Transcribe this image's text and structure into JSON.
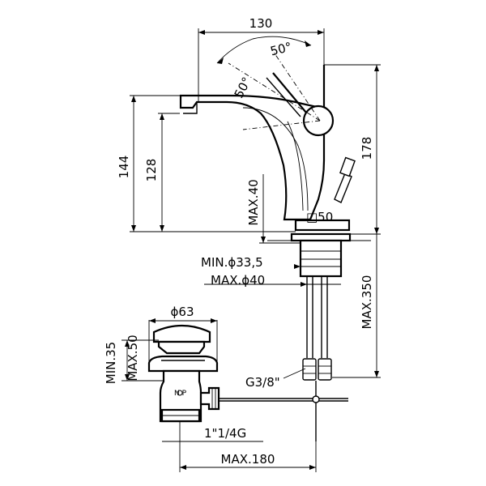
{
  "dimensions": {
    "faucet_depth": "130",
    "lever_angle_upper": "50°",
    "lever_angle_lower": "50°",
    "total_height": "144",
    "spout_height": "128",
    "body_height": "178",
    "max_deck": "MAX.40",
    "base_square": "□50",
    "min_hole": "MIN.ϕ33,5",
    "max_hole": "MAX.ϕ40",
    "hose_length": "MAX.350",
    "waste_diameter": "ϕ63",
    "waste_min": "MIN.35",
    "waste_max": "MAX.50",
    "connection": "G3/8\"",
    "waste_thread": "1\"1/4G",
    "rod_length": "MAX.180"
  },
  "colors": {
    "line": "#000000",
    "background": "#ffffff"
  }
}
